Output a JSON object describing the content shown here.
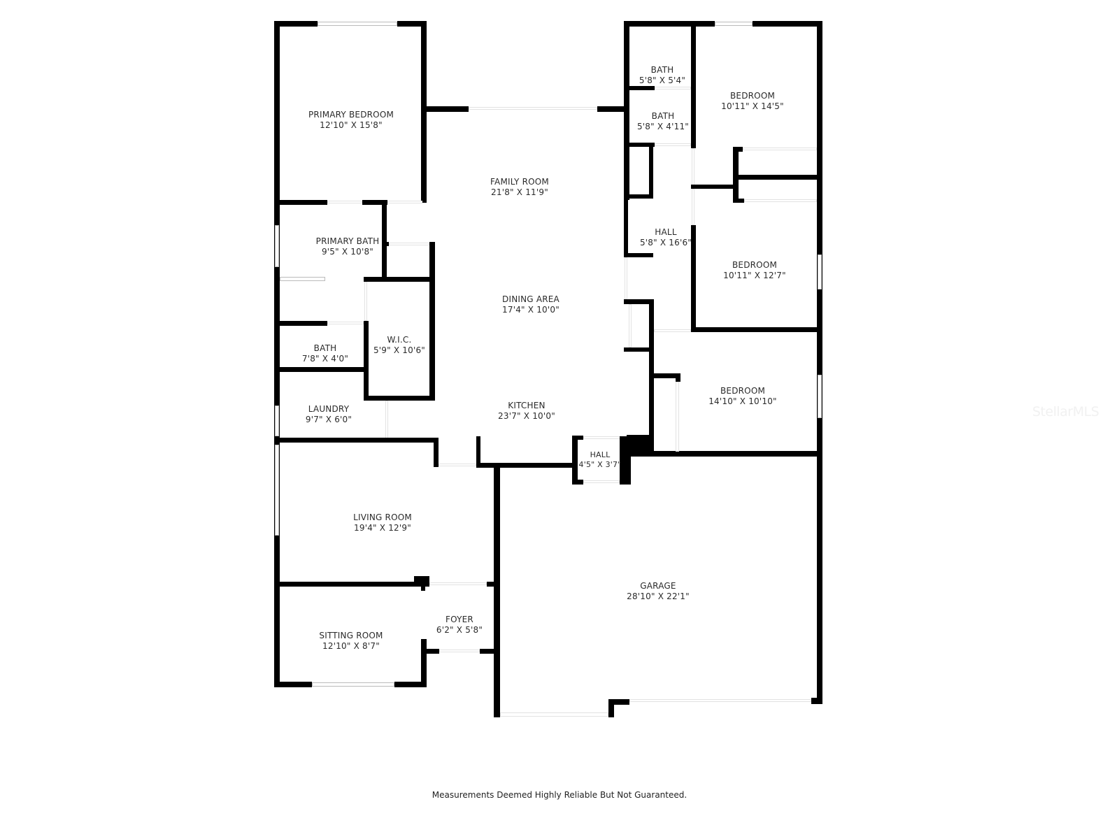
{
  "rooms": [
    {
      "name": "PRIMARY BEDROOM",
      "dims": "12'10\" X 15'8\""
    },
    {
      "name": "FAMILY ROOM",
      "dims": "21'8\" X 11'9\""
    },
    {
      "name": "BATH",
      "dims": "5'8\" X 5'4\""
    },
    {
      "name": "BATH",
      "dims": "5'8\" X 4'11\""
    },
    {
      "name": "BEDROOM",
      "dims": "10'11\" X 14'5\""
    },
    {
      "name": "PRIMARY BATH",
      "dims": "9'5\" X 10'8\""
    },
    {
      "name": "HALL",
      "dims": "5'8\" X 16'6\""
    },
    {
      "name": "BEDROOM",
      "dims": "10'11\" X 12'7\""
    },
    {
      "name": "DINING AREA",
      "dims": "17'4\" X 10'0\""
    },
    {
      "name": "W.I.C.",
      "dims": "5'9\" X 10'6\""
    },
    {
      "name": "BATH",
      "dims": "7'8\" X 4'0\""
    },
    {
      "name": "BEDROOM",
      "dims": "14'10\" X 10'10\""
    },
    {
      "name": "LAUNDRY",
      "dims": "9'7\" X 6'0\""
    },
    {
      "name": "KITCHEN",
      "dims": "23'7\" X 10'0\""
    },
    {
      "name": "HALL",
      "dims": "4'5\" X 3'7\""
    },
    {
      "name": "LIVING ROOM",
      "dims": "19'4\" X 12'9\""
    },
    {
      "name": "GARAGE",
      "dims": "28'10\" X 22'1\""
    },
    {
      "name": "FOYER",
      "dims": "6'2\" X 5'8\""
    },
    {
      "name": "SITTING ROOM",
      "dims": "12'10\" X 8'7\""
    }
  ],
  "footer": "Measurements Deemed Highly Reliable But Not Guaranteed.",
  "watermark": "StellarMLS",
  "colors": {
    "wall": "#000000",
    "background": "#ffffff",
    "text": "#2a2a2a"
  }
}
